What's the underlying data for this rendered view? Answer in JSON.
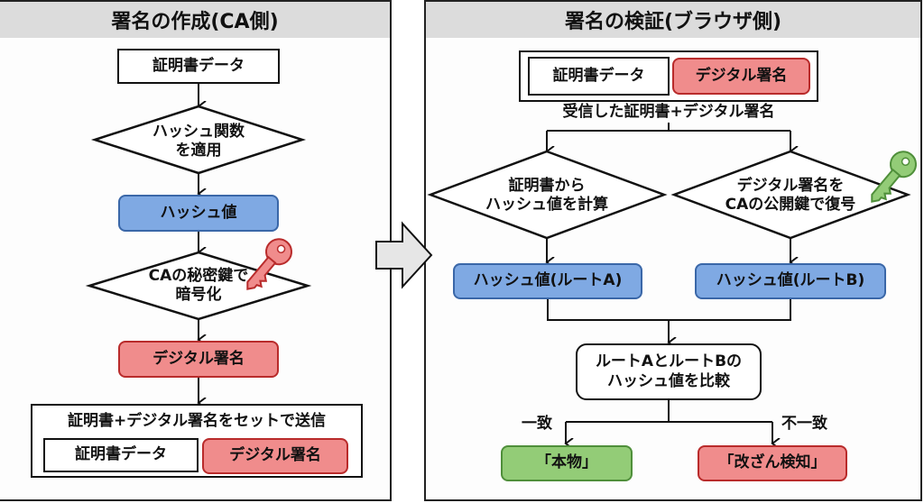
{
  "left_panel": {
    "title": "署名の作成(CA側)",
    "steps": {
      "cert_data": "証明書データ",
      "hash_function": "ハッシュ関数\nを適用",
      "hash_value": "ハッシュ値",
      "encrypt": "CAの秘密鍵で\n暗号化",
      "digital_signature": "デジタル署名"
    },
    "send_bundle": {
      "caption": "証明書+デジタル署名をセットで送信",
      "cert_data": "証明書データ",
      "digital_signature": "デジタル署名"
    },
    "key_icon": "private-key-icon"
  },
  "right_panel": {
    "title": "署名の検証(ブラウザ側)",
    "received_bundle": {
      "cert_data": "証明書データ",
      "digital_signature": "デジタル署名",
      "caption": "受信した証明書+デジタル署名"
    },
    "route_a": {
      "process": "証明書から\nハッシュ値を計算",
      "result": "ハッシュ値(ルートA)"
    },
    "route_b": {
      "process": "デジタル署名を\nCAの公開鍵で復号",
      "result": "ハッシュ値(ルートB)"
    },
    "compare": "ルートAとルートBの\nハッシュ値を比較",
    "match_label": "一致",
    "mismatch_label": "不一致",
    "authentic": "「本物」",
    "tampered": "「改ざん検知」",
    "key_icon": "public-key-icon"
  },
  "colors": {
    "blue_fill": "#7fa9e3",
    "red_fill": "#f08c8c",
    "green_fill": "#93cc77",
    "header_fill": "#dcdcdc"
  }
}
